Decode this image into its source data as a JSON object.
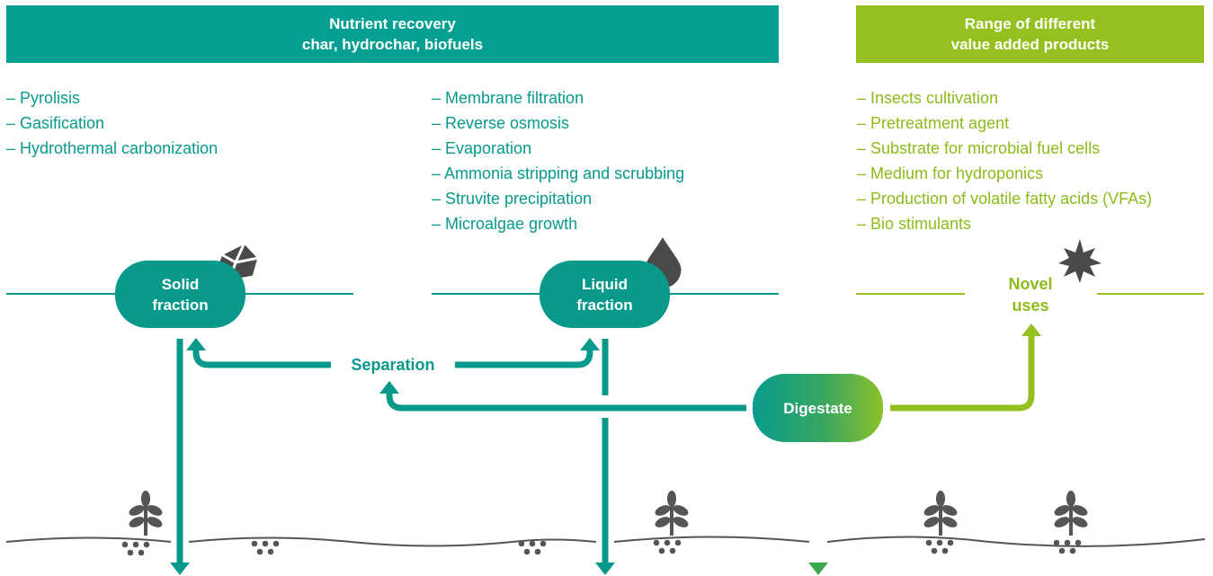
{
  "headers": {
    "nutrient_recovery": {
      "line1": "Nutrient recovery",
      "line2": "char, hydrochar, biofuels"
    },
    "value_added": {
      "line1": "Range of different",
      "line2": "value added products"
    }
  },
  "solid_processes": [
    "– Pyrolisis",
    "– Gasification",
    "– Hydrothermal carbonization"
  ],
  "liquid_processes": [
    "– Membrane filtration",
    "– Reverse osmosis",
    "– Evaporation",
    "– Ammonia stripping and scrubbing",
    "– Struvite precipitation",
    "– Microalgae growth"
  ],
  "novel_products": [
    "– Insects cultivation",
    "– Pretreatment agent",
    "– Substrate for microbial fuel cells",
    "– Medium for hydroponics",
    "– Production of volatile fatty acids (VFAs)",
    "– Bio stimulants"
  ],
  "nodes": {
    "solid": {
      "line1": "Solid",
      "line2": "fraction"
    },
    "liquid": {
      "line1": "Liquid",
      "line2": "fraction"
    },
    "novel": {
      "line1": "Novel",
      "line2": "uses"
    },
    "digestate": "Digestate",
    "separation": "Separation"
  },
  "icons": [
    "rock-icon",
    "droplet-icon",
    "star-icon",
    "plant-icon"
  ],
  "colors": {
    "teal": "#05a092",
    "green": "#94c11f",
    "dark_gray": "#4a4a4a",
    "soil": "#555555"
  }
}
